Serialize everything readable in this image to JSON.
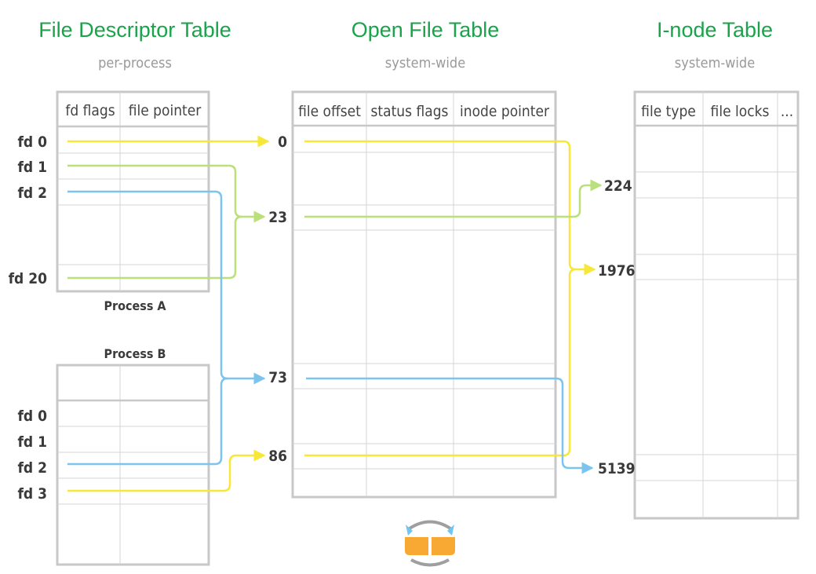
{
  "headings": {
    "fd_table": {
      "title": "File Descriptor Table",
      "subtitle": "per-process"
    },
    "open_file_table": {
      "title": "Open File Table",
      "subtitle": "system-wide"
    },
    "inode_table": {
      "title": "I-node Table",
      "subtitle": "system-wide"
    }
  },
  "fd_table": {
    "columns": [
      "fd flags",
      "file pointer"
    ],
    "process_a": {
      "label": "Process A",
      "fds": [
        "fd 0",
        "fd 1",
        "fd 2",
        "fd 20"
      ]
    },
    "process_b": {
      "label": "Process B",
      "fds": [
        "fd 0",
        "fd 1",
        "fd 2",
        "fd 3"
      ]
    }
  },
  "open_file_table": {
    "columns": [
      "file offset",
      "status flags",
      "inode pointer"
    ],
    "entries": [
      "0",
      "23",
      "73",
      "86"
    ]
  },
  "inode_table": {
    "columns": [
      "file type",
      "file locks",
      "..."
    ],
    "entries": [
      "224",
      "1976",
      "5139"
    ]
  },
  "colors": {
    "yellow": "#f7e736",
    "green": "#b9e07a",
    "blue": "#7cc4ee",
    "title_green": "#1aa34a",
    "logo_orange": "#f7a934",
    "logo_blue": "#6fc7ef",
    "logo_gray": "#9f9f9f"
  },
  "connections": [
    {
      "from": "Process A fd 0",
      "to": "Open File Table 0",
      "color": "yellow"
    },
    {
      "from": "Process A fd 1",
      "to": "Open File Table 23",
      "color": "green"
    },
    {
      "from": "Process A fd 20",
      "to": "Open File Table 23",
      "color": "green"
    },
    {
      "from": "Process A fd 2",
      "to": "Open File Table 73",
      "color": "blue"
    },
    {
      "from": "Process B fd 2",
      "to": "Open File Table 73",
      "color": "blue"
    },
    {
      "from": "Process B fd 3",
      "to": "Open File Table 86",
      "color": "yellow"
    },
    {
      "from": "Open File Table 0",
      "to": "I-node Table 1976",
      "color": "yellow"
    },
    {
      "from": "Open File Table 23",
      "to": "I-node Table 224",
      "color": "green"
    },
    {
      "from": "Open File Table 86",
      "to": "I-node Table 1976",
      "color": "yellow"
    },
    {
      "from": "Open File Table 73",
      "to": "I-node Table 5139",
      "color": "blue"
    }
  ],
  "logo": {
    "icon": "fbi-logo-icon"
  }
}
